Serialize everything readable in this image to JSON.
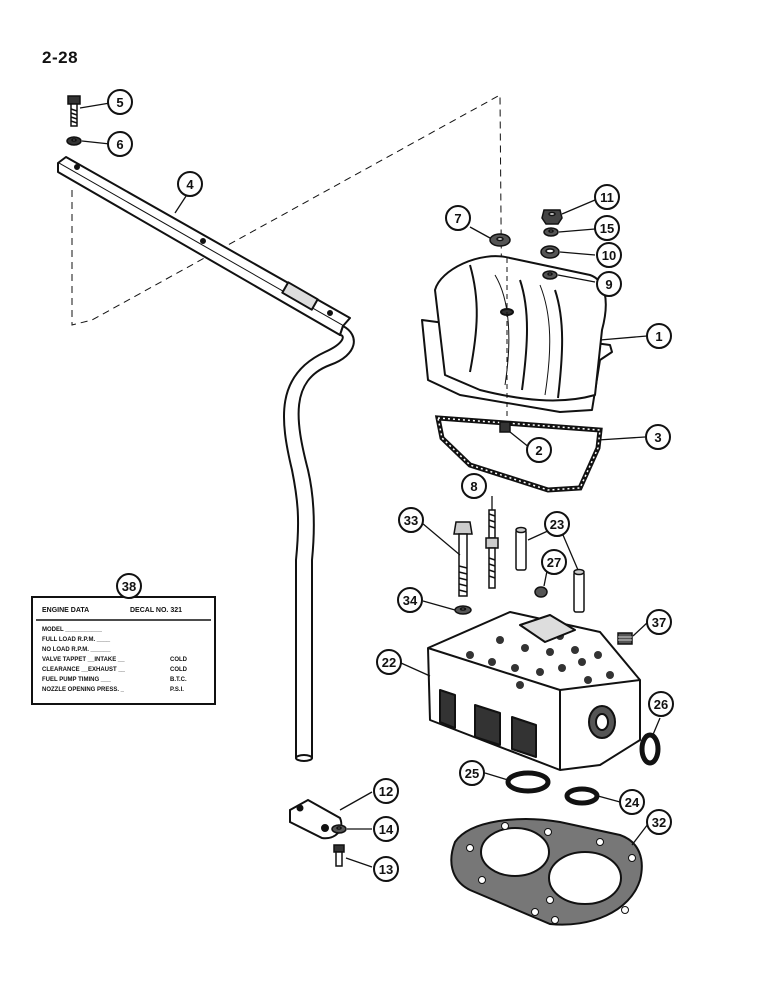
{
  "page_number": "2-28",
  "callouts": [
    {
      "id": "1",
      "label": "1"
    },
    {
      "id": "2",
      "label": "2"
    },
    {
      "id": "3",
      "label": "3"
    },
    {
      "id": "4",
      "label": "4"
    },
    {
      "id": "5",
      "label": "5"
    },
    {
      "id": "6",
      "label": "6"
    },
    {
      "id": "7",
      "label": "7"
    },
    {
      "id": "8",
      "label": "8"
    },
    {
      "id": "9",
      "label": "9"
    },
    {
      "id": "10",
      "label": "10"
    },
    {
      "id": "11",
      "label": "11"
    },
    {
      "id": "12",
      "label": "12"
    },
    {
      "id": "13",
      "label": "13"
    },
    {
      "id": "14",
      "label": "14"
    },
    {
      "id": "15",
      "label": "15"
    },
    {
      "id": "22",
      "label": "22"
    },
    {
      "id": "23",
      "label": "23"
    },
    {
      "id": "24",
      "label": "24"
    },
    {
      "id": "25",
      "label": "25"
    },
    {
      "id": "26",
      "label": "26"
    },
    {
      "id": "27",
      "label": "27"
    },
    {
      "id": "32",
      "label": "32"
    },
    {
      "id": "33",
      "label": "33"
    },
    {
      "id": "34",
      "label": "34"
    },
    {
      "id": "37",
      "label": "37"
    },
    {
      "id": "38",
      "label": "38"
    }
  ],
  "decal": {
    "title": "ENGINE DATA",
    "decal_no": "DECAL NO. 321",
    "lines": [
      {
        "left": "MODEL ___________",
        "right": ""
      },
      {
        "left": "FULL LOAD R.P.M. ____",
        "right": ""
      },
      {
        "left": "NO LOAD R.P.M. ______",
        "right": ""
      },
      {
        "left": "VALVE TAPPET __INTAKE __",
        "right": "COLD"
      },
      {
        "left": "CLEARANCE __EXHAUST __",
        "right": "COLD"
      },
      {
        "left": "FUEL PUMP TIMING ___",
        "right": "B.T.C."
      },
      {
        "left": "NOZZLE OPENING PRESS. _",
        "right": "P.S.I."
      }
    ]
  }
}
